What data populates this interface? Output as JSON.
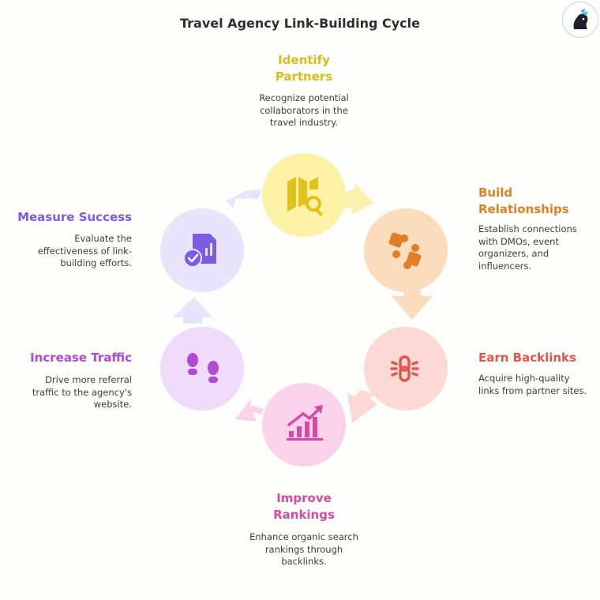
{
  "title": "Travel Agency Link-Building Cycle",
  "logo_icon": "profile-avatar-icon",
  "steps": [
    {
      "key": "identify",
      "title": "Identify\nPartners",
      "description": "Recognize potential\ncollaborators in the\ntravel industry.",
      "icon": "map-search-icon",
      "color": "#d9bd1a",
      "fill": "#fbf2a5"
    },
    {
      "key": "build",
      "title": "Build\nRelationships",
      "description": "Establish connections\nwith DMOs, event\norganizers, and\ninfluencers.",
      "icon": "puzzle-pieces-icon",
      "color": "#e07f25",
      "fill": "#fbdcbd"
    },
    {
      "key": "earn",
      "title": "Earn Backlinks",
      "description": "Acquire high-quality\nlinks from partner sites.",
      "icon": "link-icon",
      "color": "#e2574c",
      "fill": "#fcd9d4"
    },
    {
      "key": "improve",
      "title": "Improve\nRankings",
      "description": "Enhance organic search\nrankings through\nbacklinks.",
      "icon": "bar-chart-growth-icon",
      "color": "#d64aa5",
      "fill": "#fad2ea"
    },
    {
      "key": "traffic",
      "title": "Increase Traffic",
      "description": "Drive more referral\ntraffic to the agency's\nwebsite.",
      "icon": "footprints-icon",
      "color": "#b14ad6",
      "fill": "#f1dbfb"
    },
    {
      "key": "measure",
      "title": "Measure Success",
      "description": "Evaluate the\neffectiveness of link-\nbuilding efforts.",
      "icon": "report-check-icon",
      "color": "#7b5ce3",
      "fill": "#e7e4fb"
    }
  ]
}
